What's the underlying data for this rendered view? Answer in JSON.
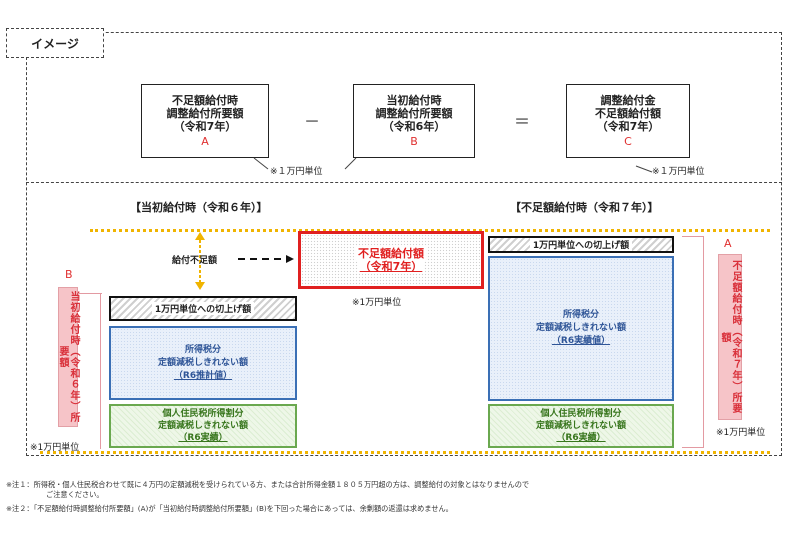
{
  "image_label": "イメージ",
  "formula": {
    "box_a": {
      "l1": "不足額給付時",
      "l2": "調整給付所要額",
      "l3": "（令和7年）",
      "letter": "A"
    },
    "minus": "－",
    "box_b": {
      "l1": "当初給付時",
      "l2": "調整給付所要額",
      "l3": "（令和6年）",
      "letter": "B"
    },
    "equals": "＝",
    "box_c": {
      "l1": "調整給付金",
      "l2": "不足額給付額",
      "l3": "（令和7年）",
      "letter": "C"
    },
    "unit_note_ab": "※１万円単位",
    "unit_note_c": "※１万円単位"
  },
  "left": {
    "heading": "【当初給付時（令和６年）】",
    "letter": "B",
    "vertical_label": "当初給付時（令和６年）所要額",
    "unit_note": "※1万円単位",
    "roundup": "1万円単位への切上げ額",
    "blue": {
      "l1": "所得税分",
      "l2": "定額減税しきれない額",
      "l3": "（R6推計値）"
    },
    "green": {
      "l1": "個人住民税所得割分",
      "l2": "定額減税しきれない額",
      "l3": "（R6実績）"
    }
  },
  "middle": {
    "shortfall_label": "給付不足額",
    "box_l1": "不足額給付額",
    "box_l2": "（令和7年）",
    "unit_note": "※1万円単位"
  },
  "right": {
    "heading": "【不足額給付時（令和７年）】",
    "letter": "A",
    "vertical_label": "不足額給付時（令和７年）所要額",
    "unit_note": "※1万円単位",
    "roundup": "1万円単位への切上げ額",
    "blue": {
      "l1": "所得税分",
      "l2": "定額減税しきれない額",
      "l3": "（R6実績値）"
    },
    "green": {
      "l1": "個人住民税所得割分",
      "l2": "定額減税しきれない額",
      "l3": "（R6実績）"
    }
  },
  "notes": [
    "※注１：所得税・個人住民税合わせて既に４万円の定額減税を受けられている方、または合計所得金額１８０５万円超の方は、調整給付の対象とはなりませんので",
    "ご注意ください。",
    "※注２：「不足額給付時調整給付所要額」(A)が「当初給付時調整給付所要額」(B)を下回った場合にあっては、余剰額の返還は求めません。"
  ],
  "colors": {
    "red": "#e02020",
    "blue": "#3a6fb5",
    "green": "#6aa84f",
    "gold": "#f0b400",
    "pink": "#f6c4c8"
  }
}
